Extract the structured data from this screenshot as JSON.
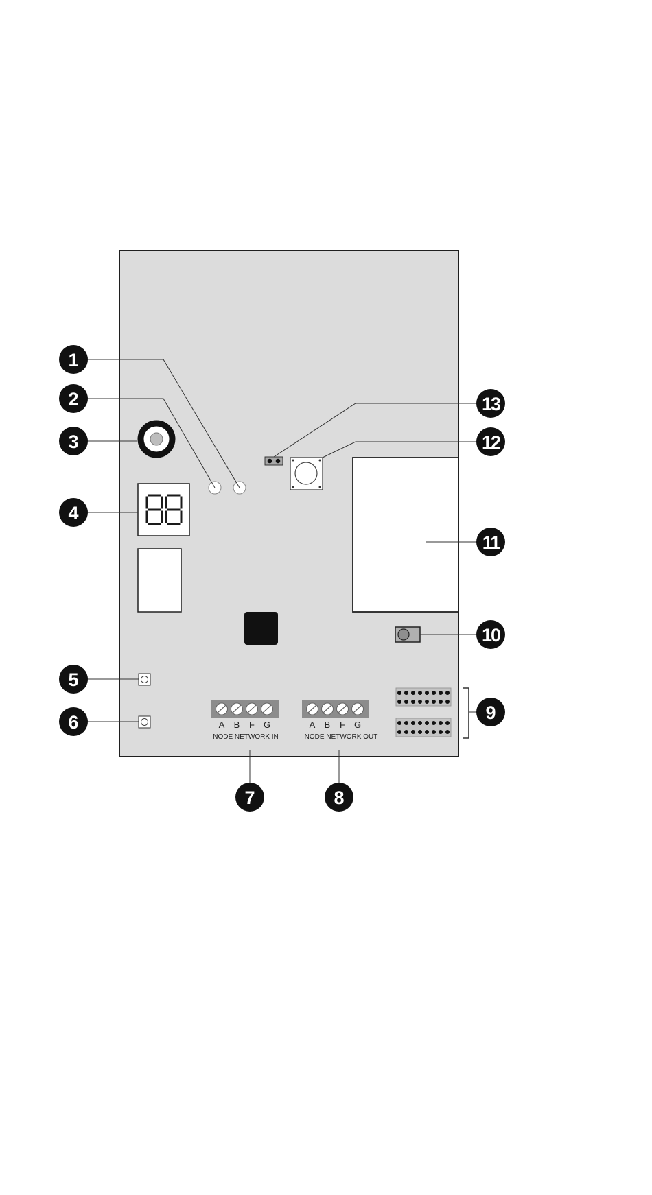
{
  "display": {
    "digits": "88"
  },
  "terminals": {
    "in": {
      "letters": [
        "A",
        "B",
        "F",
        "G"
      ],
      "caption": "NODE NETWORK IN"
    },
    "out": {
      "letters": [
        "A",
        "B",
        "F",
        "G"
      ],
      "caption": "NODE NETWORK OUT"
    }
  },
  "callouts": [
    "1",
    "2",
    "3",
    "4",
    "5",
    "6",
    "7",
    "8",
    "9",
    "10",
    "11",
    "12",
    "13"
  ]
}
